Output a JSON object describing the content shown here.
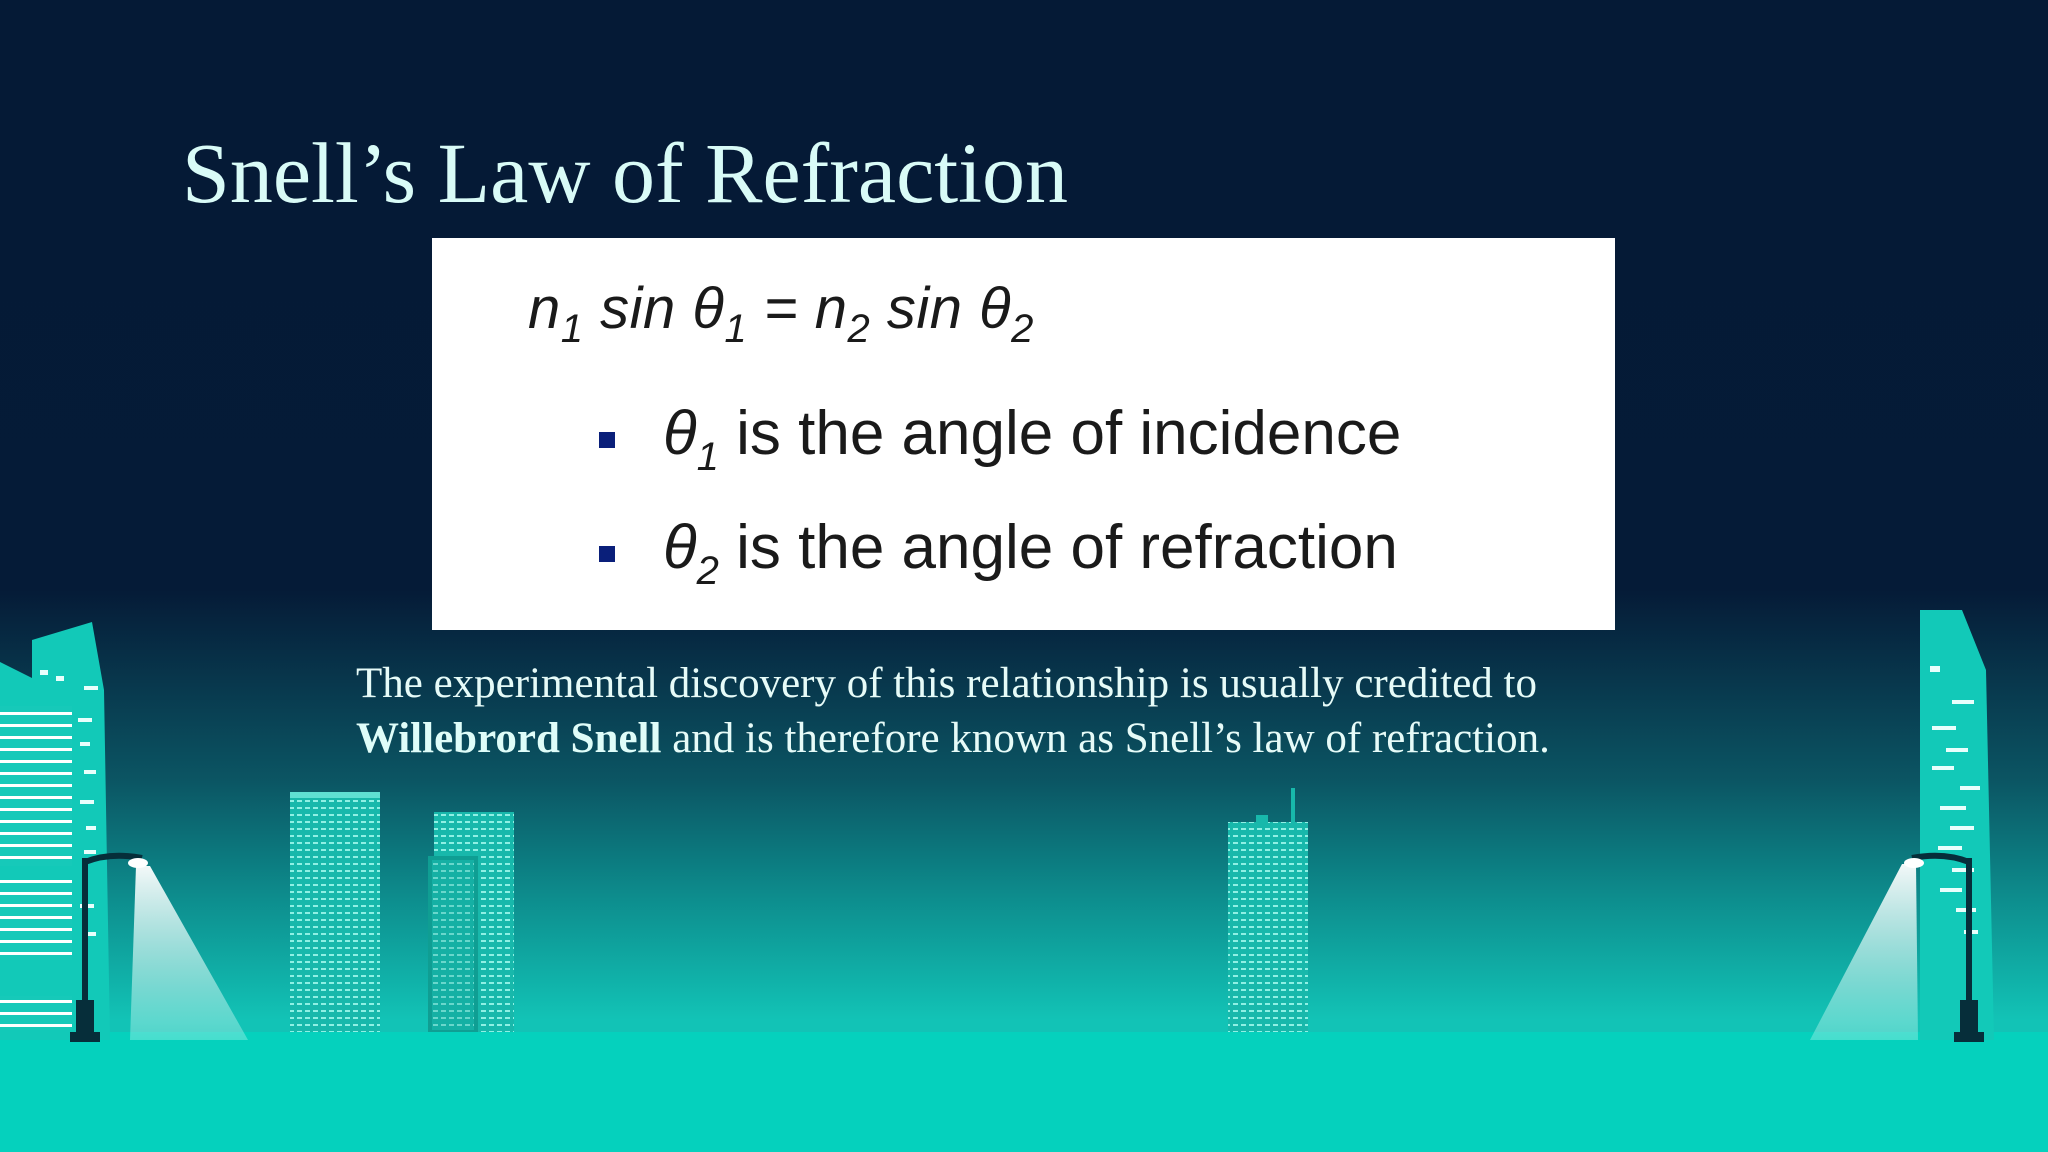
{
  "slide": {
    "title": "Snell’s Law of Refraction",
    "formula": {
      "n1": "n",
      "n1_sub": "1",
      "sin1": " sin θ",
      "theta1_sub": "1",
      "equals": " = ",
      "n2": "n",
      "n2_sub": "2",
      "sin2": " sin θ",
      "theta2_sub": "2"
    },
    "bullets": [
      {
        "symbol": "θ",
        "sub": "1",
        "text": " is the angle of incidence"
      },
      {
        "symbol": "θ",
        "sub": "2",
        "text": " is the angle of refraction"
      }
    ],
    "body": {
      "part1": "The experimental discovery of this relationship is usually credited to ",
      "highlight": "Willebrord Snell",
      "part2": " and is therefore known as Snell’s law of refraction."
    },
    "colors": {
      "background_top": "#051a36",
      "teal": "#12c3b6",
      "bullet_marker": "#0a1f7a"
    }
  }
}
